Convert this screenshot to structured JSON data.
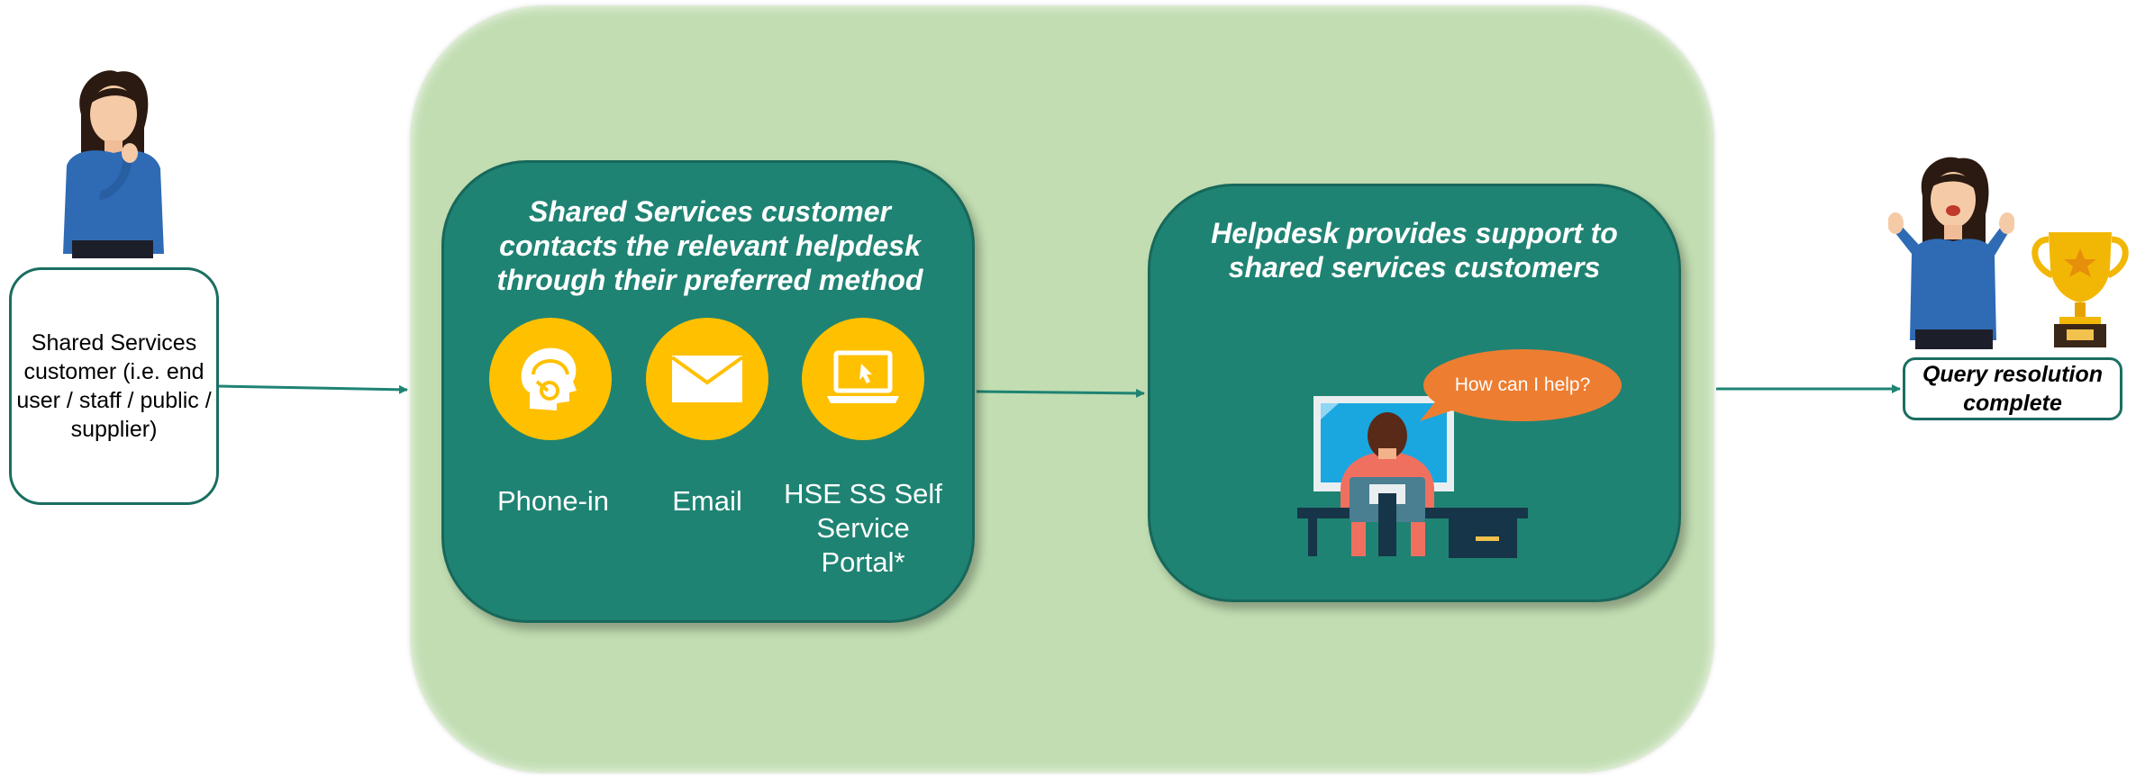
{
  "customer": {
    "label": "Shared Services customer (i.e. end user / staff / public / supplier)"
  },
  "contact_step": {
    "title": "Shared Services customer contacts the relevant helpdesk through their preferred method",
    "methods": [
      {
        "label": "Phone-in",
        "icon": "headset-person-icon"
      },
      {
        "label": "Email",
        "icon": "envelope-icon"
      },
      {
        "label": "HSE SS Self Service Portal*",
        "icon": "laptop-cursor-icon"
      }
    ]
  },
  "helpdesk_step": {
    "title": "Helpdesk provides support to shared services customers",
    "speech_bubble": "How can I help?"
  },
  "outcome": {
    "label": "Query resolution complete",
    "icon": "trophy-icon"
  },
  "colors": {
    "panel": "#c1ddb1",
    "box": "#1f8373",
    "accent": "#ffc000",
    "bubble": "#ed7d31",
    "arrow": "#1f8373"
  }
}
